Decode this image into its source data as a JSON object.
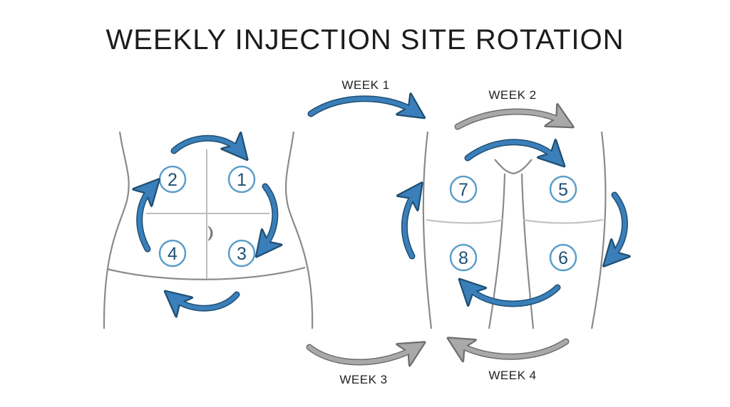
{
  "title": "WEEKLY INJECTION SITE ROTATION",
  "colors": {
    "blue_arrow": "#3a7fba",
    "gray_arrow": "#8f8f8f",
    "outline": "#8a8a8a",
    "circle": "#5b9ec9",
    "number": "#1f4f73"
  },
  "weeks": {
    "week1": "WEEK 1",
    "week2": "WEEK 2",
    "week3": "WEEK 3",
    "week4": "WEEK 4"
  },
  "abdomen": {
    "sites": {
      "s1": "1",
      "s2": "2",
      "s3": "3",
      "s4": "4"
    },
    "navel_icon": "navel-icon"
  },
  "thighs": {
    "sites": {
      "s5": "5",
      "s6": "6",
      "s7": "7",
      "s8": "8"
    }
  }
}
